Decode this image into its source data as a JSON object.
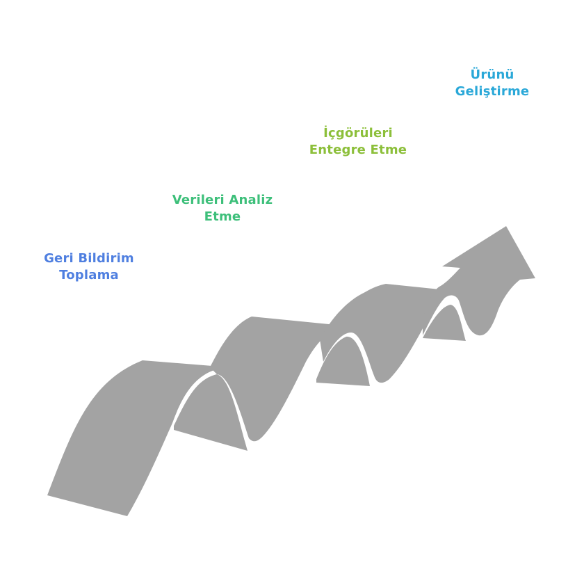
{
  "steps": [
    {
      "line1": "Geri Bildirim",
      "line2": "Toplama",
      "color": "#4f7fe0"
    },
    {
      "line1": "Verileri Analiz",
      "line2": "Etme",
      "color": "#3dbf7a"
    },
    {
      "line1": "İçgörüleri",
      "line2": "Entegre Etme",
      "color": "#8cbf3a"
    },
    {
      "line1": "Ürünü",
      "line2": "Geliştirme",
      "color": "#2aa8d8"
    }
  ],
  "colors": {
    "ribbon": "#a3a3a3",
    "background": "#ffffff"
  }
}
